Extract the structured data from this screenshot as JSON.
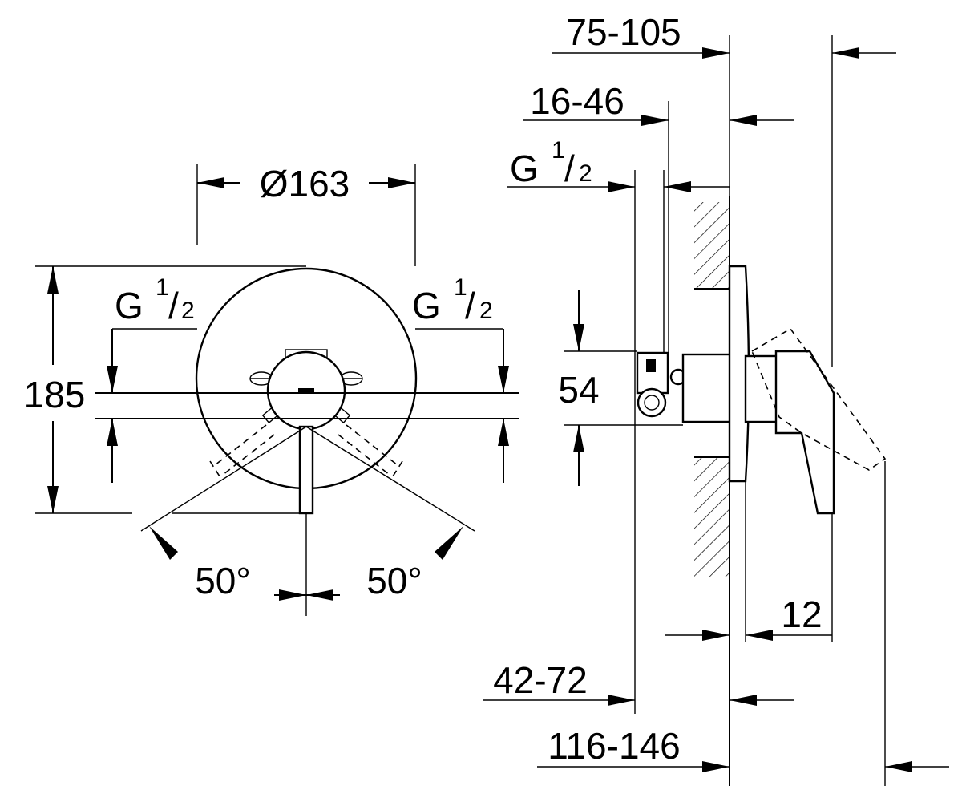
{
  "front_view": {
    "diameter": "Ø163",
    "height": "185",
    "thread_left": {
      "main": "G",
      "num": "1",
      "sep": "/",
      "den": "2"
    },
    "thread_right": {
      "main": "G",
      "num": "1",
      "sep": "/",
      "den": "2"
    },
    "angle_left": "50°",
    "angle_right": "50°"
  },
  "side_view": {
    "dim_75_105": "75-105",
    "dim_16_46": "16-46",
    "thread": {
      "main": "G",
      "num": "1",
      "sep": "/",
      "den": "2"
    },
    "dim_54": "54",
    "dim_12": "12",
    "dim_42_72": "42-72",
    "dim_116_146": "116-146"
  }
}
